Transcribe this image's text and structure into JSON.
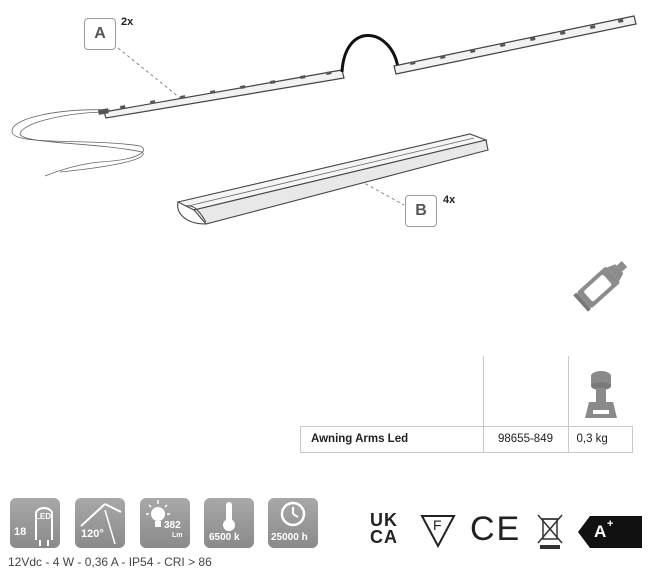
{
  "callouts": [
    {
      "letter": "A",
      "qty": "2x"
    },
    {
      "letter": "B",
      "qty": "4x"
    }
  ],
  "table": {
    "name": "Awning Arms Led",
    "code": "98655-849",
    "weight": "0,3 kg"
  },
  "features": {
    "led_count": "18",
    "led_label": "LED",
    "angle": "120°",
    "lumen": "382",
    "lumen_unit": "Lm",
    "color_temp": "6500 k",
    "lifetime": "25000 h"
  },
  "spec_line": "12Vdc - 4 W - 0,36 A - IP54 - CRI > 86",
  "certifications": {
    "ukca_top": "UK",
    "ukca_bottom": "CA",
    "f_mark": "F",
    "ce": "CE",
    "energy_class": "A",
    "energy_sup": "+"
  },
  "icons": [
    "glue-tube-icon",
    "weight-icon",
    "led-icon",
    "angle-icon",
    "bulb-icon",
    "thermometer-icon",
    "clock-icon",
    "weee-bin-icon",
    "energy-label-icon"
  ]
}
